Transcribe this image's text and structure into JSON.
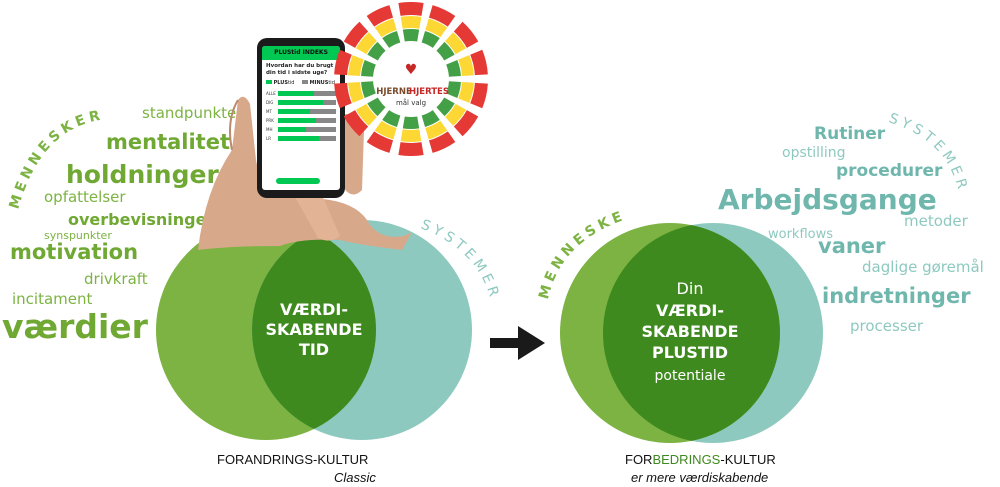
{
  "left_words": {
    "mennesker": "MENNESKER",
    "standpunkter": "standpunkter",
    "mentalitet": "mentalitet",
    "holdninger": "holdninger",
    "opfattelser": "opfattelser",
    "overbevisninger": "overbevisninger",
    "synspunkter": "synspunkter",
    "motivation": "motivation",
    "drivkraft": "drivkraft",
    "incitament": "incitament",
    "vaerdier": "værdier"
  },
  "left_diagram": {
    "systemer": "SYSTEMER",
    "center_line1": "VÆRDI-",
    "center_line2": "SKABENDE",
    "center_line3": "TID",
    "caption_line1": "FORANDRINGS-KULTUR",
    "caption_line2": "Classic"
  },
  "phone": {
    "title": "PLUStid INDEKS",
    "question": "Hvordan har du brugt din tid i sidste uge?",
    "plus_label": "PLUS",
    "plus_suffix": "tid",
    "minus_label": "MINUS",
    "minus_suffix": "tid",
    "rows": [
      "ALLE",
      "DIG",
      "MT",
      "PRK",
      "MH",
      "LR"
    ]
  },
  "badge": {
    "line1": "HJERNE",
    "line2": "HJERTES",
    "line3": "mål valg"
  },
  "right_diagram": {
    "mennesker": "MENNESKER",
    "center_line1": "Din",
    "center_line2": "VÆRDI-",
    "center_line3": "SKABENDE",
    "center_line4": "PLUSTID",
    "center_line5": "potentiale",
    "caption_prefix": "FOR",
    "caption_highlight": "BEDRINGS",
    "caption_suffix": "-KULTUR",
    "caption_line2": "er mere værdiskabende"
  },
  "right_words": {
    "systemer": "SYSTEMER",
    "rutiner": "Rutiner",
    "opstilling": "opstilling",
    "procedurer": "procedurer",
    "arbejdsgange": "Arbejdsgange",
    "metoder": "metoder",
    "workflows": "workflows",
    "vaner": "vaner",
    "daglige": "daglige gøremål",
    "indretninger": "indretninger",
    "processer": "processer"
  },
  "colors": {
    "green": "#7cb342",
    "green_dark": "#3f8a1f",
    "teal": "#8ec9c0",
    "arrow": "#1a1a1a"
  }
}
